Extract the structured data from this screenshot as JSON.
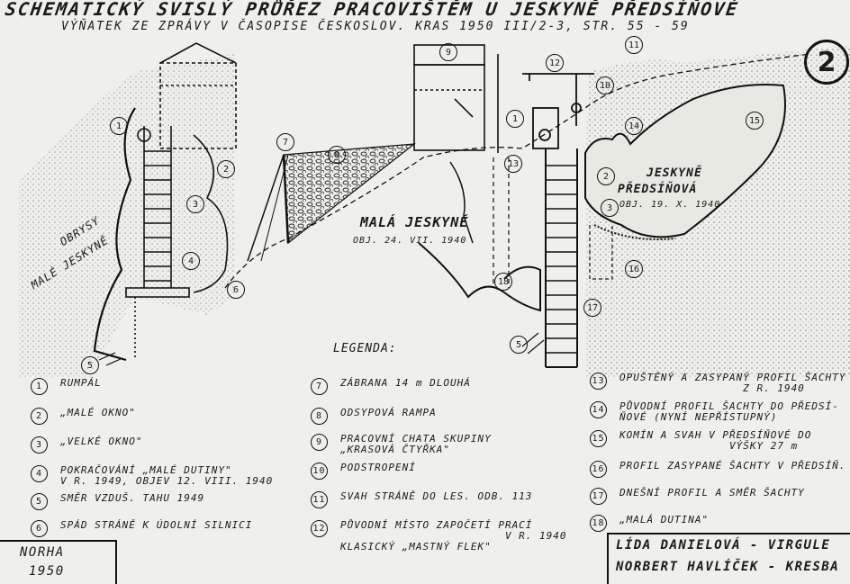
{
  "title": "SCHEMATICKÝ SVISLÝ PRŮŘEZ PRACOVIŠTĚM U JESKYNĚ PŘEDSÍŇOVÉ",
  "subtitle": "VÝŇATEK ZE ZPRÁVY V ČASOPISE ČESKOSLOV. KRAS 1950 III/2-3, STR. 55 - 59",
  "sheet_number": "2",
  "diagram_labels": {
    "obrysy": "OBRYSY",
    "male_jeskyne_side": "MALÉ JESKYNĚ",
    "mala_jeskyne": "MALÁ JESKYNĚ",
    "mala_jeskyne_date": "OBJ. 24. VII. 1940",
    "jeskyne": "JESKYNĚ",
    "predsinova": "PŘEDSÍŇOVÁ",
    "predsinova_date": "OBJ. 19. X. 1940"
  },
  "legend_title": "LEGENDA:",
  "legend": [
    {
      "num": "1",
      "text": "RUMPÁL"
    },
    {
      "num": "2",
      "text": "„MALÉ OKNO\""
    },
    {
      "num": "3",
      "text": "„VELKÉ OKNO\""
    },
    {
      "num": "4",
      "text": "POKRAČOVÁNÍ „MALÉ DUTINY\"\nV R. 1949, OBJEV 12. VIII. 1940"
    },
    {
      "num": "5",
      "text": "SMĚR VZDUŠ. TAHU 1949"
    },
    {
      "num": "6",
      "text": "SPÁD STRÁNĚ K ÚDOLNÍ SILNICI"
    },
    {
      "num": "7",
      "text": "ZÁBRANA 14 m DLOUHÁ"
    },
    {
      "num": "8",
      "text": "ODSYPOVÁ RAMPA"
    },
    {
      "num": "9",
      "text": "PRACOVNÍ CHATA SKUPINY\n„KRASOVÁ ČTYŘKA\""
    },
    {
      "num": "10",
      "text": "PODSTROPENÍ"
    },
    {
      "num": "11",
      "text": "SVAH STRÁNĚ DO LES. ODB. 113"
    },
    {
      "num": "12",
      "text": "PŮVODNÍ MÍSTO ZAPOČETÍ PRACÍ\n                        V R. 1940\nKLASICKÝ „MASTNÝ FLEK\""
    },
    {
      "num": "13",
      "text": "OPUŠTĚNÝ A ZASYPANÝ PROFIL ŠACHTY\n                  Z R. 1940"
    },
    {
      "num": "14",
      "text": "PŮVODNÍ PROFIL ŠACHTY DO PŘEDSÍ-\nŇOVÉ (NYNÍ NEPŘÍSTUPNÝ)"
    },
    {
      "num": "15",
      "text": "KOMÍN A SVAH V PŘEDSÍŇOVÉ DO\n                VÝŠKY 27 m"
    },
    {
      "num": "16",
      "text": "PROFIL ZASYPANÉ ŠACHTY V PŘEDSÍŇ."
    },
    {
      "num": "17",
      "text": "DNEŠNÍ PROFIL A SMĚR ŠACHTY"
    },
    {
      "num": "18",
      "text": "„MALÁ DUTINA\""
    }
  ],
  "author_block": {
    "line1": "NORHA",
    "line2": "1950"
  },
  "credits": {
    "line1": "LÍDA DANIELOVÁ - VIRGULE",
    "line2": "NORBERT HAVLÍČEK - KRESBA"
  },
  "callouts": [
    "1",
    "2",
    "3",
    "4",
    "5",
    "6",
    "7",
    "8",
    "9",
    "1",
    "12",
    "10",
    "11",
    "13",
    "14",
    "15",
    "2",
    "3",
    "16",
    "17",
    "18",
    "5"
  ]
}
